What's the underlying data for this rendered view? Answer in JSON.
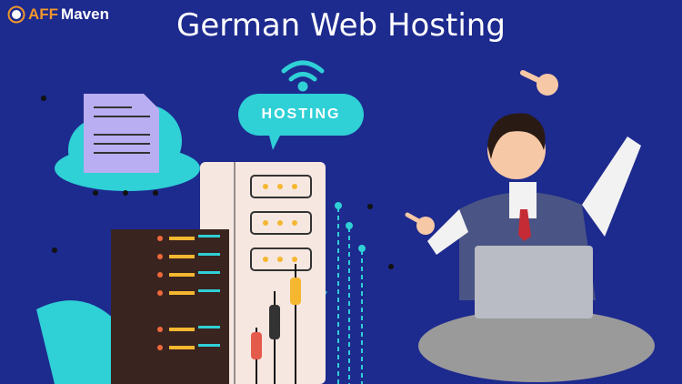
{
  "brand": {
    "part1": "AFF",
    "part2": "Maven"
  },
  "title": "German Web Hosting",
  "bubble_label": "HOSTING",
  "colors": {
    "background": "#1d2a8e",
    "accent": "#2fd0d6",
    "logo_orange": "#f0962c"
  }
}
